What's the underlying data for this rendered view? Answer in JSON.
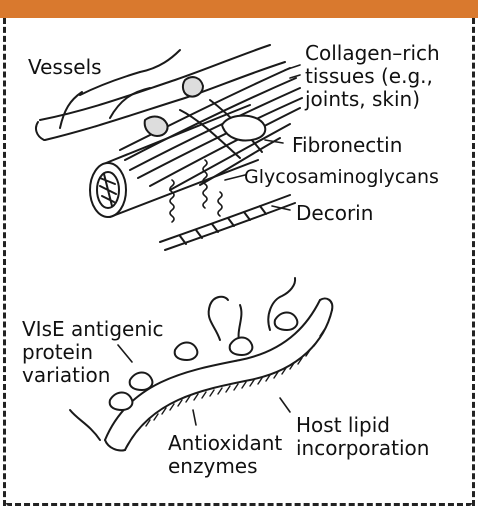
{
  "colors": {
    "accent": "#d9792e",
    "ink": "#1a1a1a"
  },
  "labels": {
    "vessels": "Vessels",
    "collagen": "Collagen–rich\ntissues (e.g.,\njoints, skin)",
    "fibronectin": "Fibronectin",
    "glycosaminoglycans": "Glycosaminoglycans",
    "decorin": "Decorin",
    "vlse": "VIsE antigenic\nprotein\nvariation",
    "host_lipid": "Host lipid\nincorporation",
    "antioxidant": "Antioxidant\nenzymes"
  }
}
